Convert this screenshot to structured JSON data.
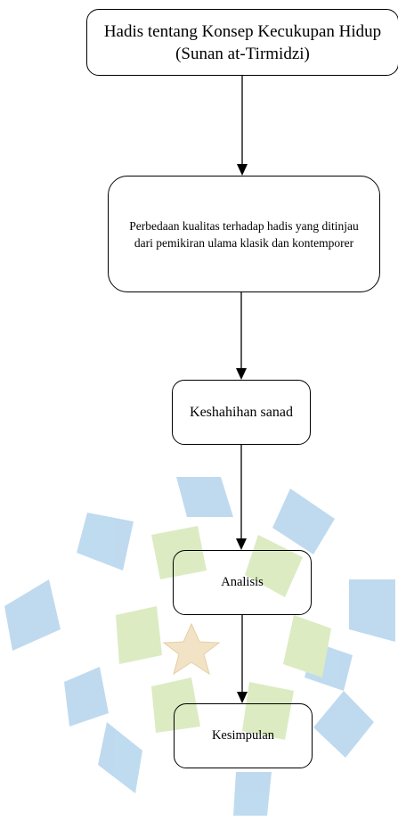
{
  "diagram": {
    "nodes": [
      {
        "id": "n1",
        "text": "Hadis tentang Konsep Kecukupan Hidup (Sunan at-Tirmidzi)"
      },
      {
        "id": "n2",
        "text": "Perbedaan kualitas terhadap hadis yang ditinjau dari pemikiran ulama klasik dan kontemporer"
      },
      {
        "id": "n3",
        "text": "Keshahihan sanad"
      },
      {
        "id": "n4",
        "text": "Analisis"
      },
      {
        "id": "n5",
        "text": "Kesimpulan"
      }
    ],
    "edges": [
      {
        "from": "n1",
        "to": "n2"
      },
      {
        "from": "n2",
        "to": "n3"
      },
      {
        "from": "n3",
        "to": "n4"
      },
      {
        "from": "n4",
        "to": "n5"
      }
    ],
    "colors": {
      "stroke": "#000000",
      "watermark_blue": "#bcd9ef",
      "watermark_green": "#dcebc2",
      "watermark_star": "#f2e3c6"
    }
  }
}
